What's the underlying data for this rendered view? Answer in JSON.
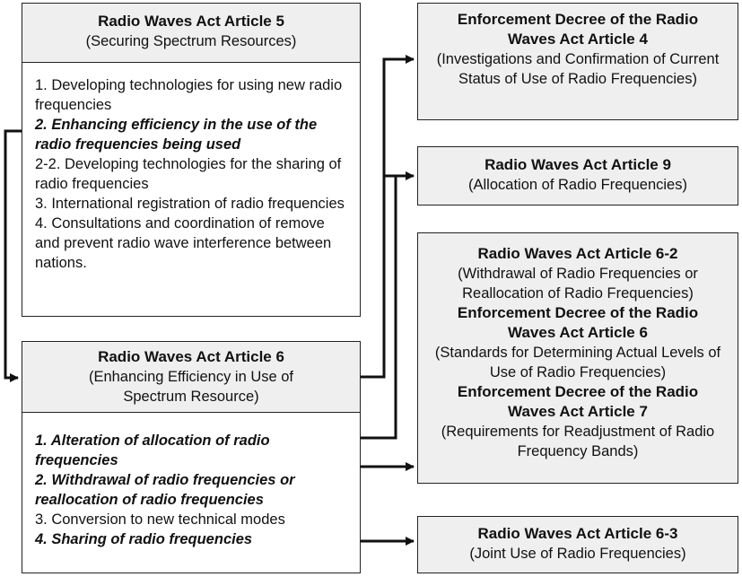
{
  "article5": {
    "title": "Radio Waves Act Article 5",
    "subtitle": "(Securing Spectrum Resources)",
    "items": [
      {
        "text": "1. Developing technologies for using new radio frequencies",
        "emphasis": false
      },
      {
        "text": "2. Enhancing efficiency in the use of the radio frequencies being used",
        "emphasis": true
      },
      {
        "text": "2-2. Developing technologies for the sharing of radio frequencies",
        "emphasis": false
      },
      {
        "text": "3. International registration of radio frequencies",
        "emphasis": false
      },
      {
        "text": "4. Consultations and coordination of remove and prevent radio wave interference between nations.",
        "emphasis": false
      }
    ]
  },
  "article6": {
    "title": "Radio Waves Act Article 6",
    "subtitle": "(Enhancing Efficiency in Use of Spectrum Resource)",
    "items": [
      {
        "text": "1. Alteration of allocation of radio frequencies",
        "emphasis": true
      },
      {
        "text": "2. Withdrawal of radio frequencies or reallocation of radio frequencies",
        "emphasis": true
      },
      {
        "text": "3. Conversion to new technical modes",
        "emphasis": false
      },
      {
        "text": "4. Sharing of radio frequencies",
        "emphasis": true
      }
    ]
  },
  "decree4": {
    "title": "Enforcement Decree of the Radio Waves Act Article 4",
    "subtitle": "(Investigations and Confirmation of Current Status of Use of Radio Frequencies)"
  },
  "article9": {
    "title": "Radio Waves Act Article 9",
    "subtitle": "(Allocation of Radio Frequencies)"
  },
  "group": {
    "article6_2_title": "Radio Waves Act Article 6-2",
    "article6_2_subtitle": "(Withdrawal of Radio Frequencies or Reallocation of Radio Frequencies)",
    "decree6_title": "Enforcement Decree of the Radio Waves Act Article 6",
    "decree6_subtitle": "(Standards for Determining Actual Levels of Use of Radio Frequencies)",
    "decree7_title": "Enforcement Decree of the Radio Waves Act Article 7",
    "decree7_subtitle": "(Requirements for Readjustment of Radio Frequency Bands)"
  },
  "article6_3": {
    "title": "Radio Waves Act Article 6-3",
    "subtitle": "(Joint Use of Radio Frequencies)"
  },
  "colors": {
    "line": "#111111",
    "header_fill": "#efefef",
    "border": "#222222"
  }
}
